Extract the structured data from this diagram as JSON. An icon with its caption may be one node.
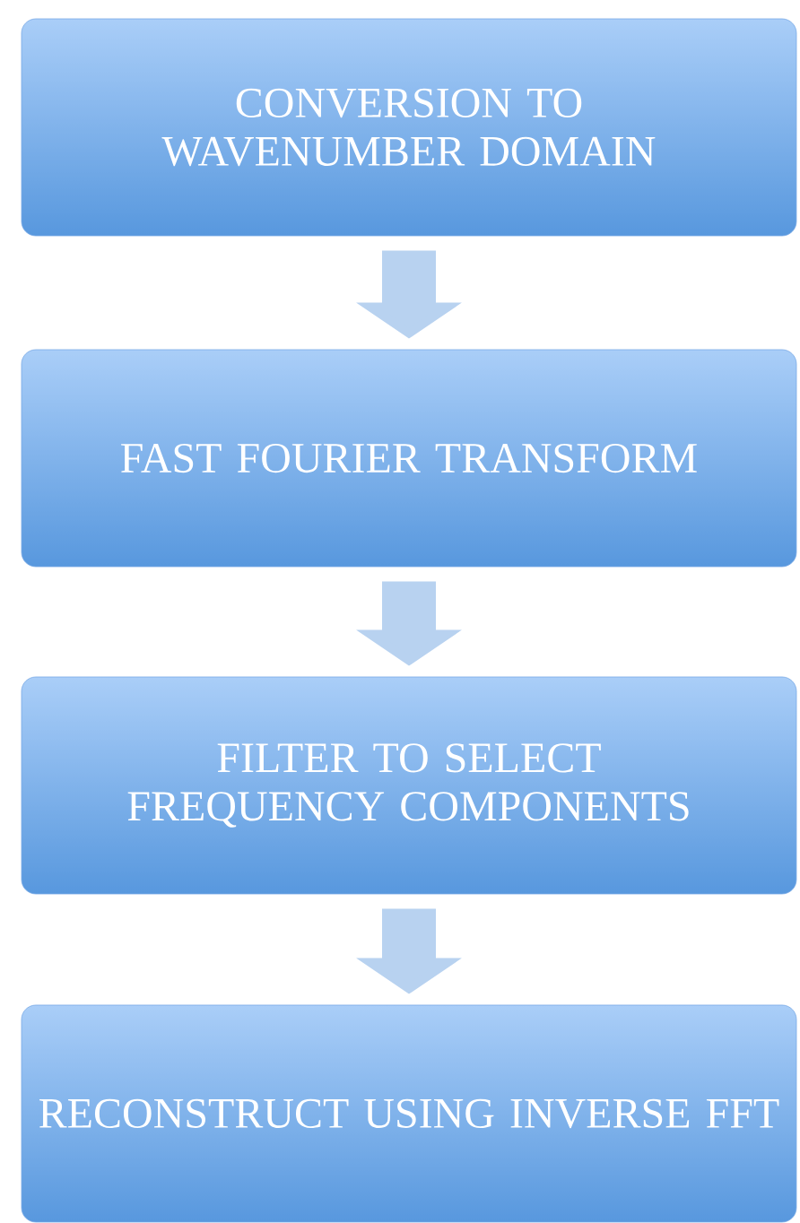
{
  "diagram": {
    "nodes": [
      {
        "text": [
          "CONVERSION TO WAVENUMBER DOMAIN"
        ]
      },
      {
        "text": [
          "FAST FOURIER TRANSFORM"
        ]
      },
      {
        "text": [
          "FILTER TO SELECT FREQUENCY COMPONENTS"
        ]
      },
      {
        "text": [
          "RECONSTRUCT USING INVERSE FFT"
        ]
      }
    ],
    "edges": [
      {
        "from": 0,
        "to": 1,
        "arrow": "to"
      },
      {
        "from": 1,
        "to": 2,
        "arrow": "to"
      },
      {
        "from": 2,
        "to": 3,
        "arrow": "to"
      }
    ]
  }
}
